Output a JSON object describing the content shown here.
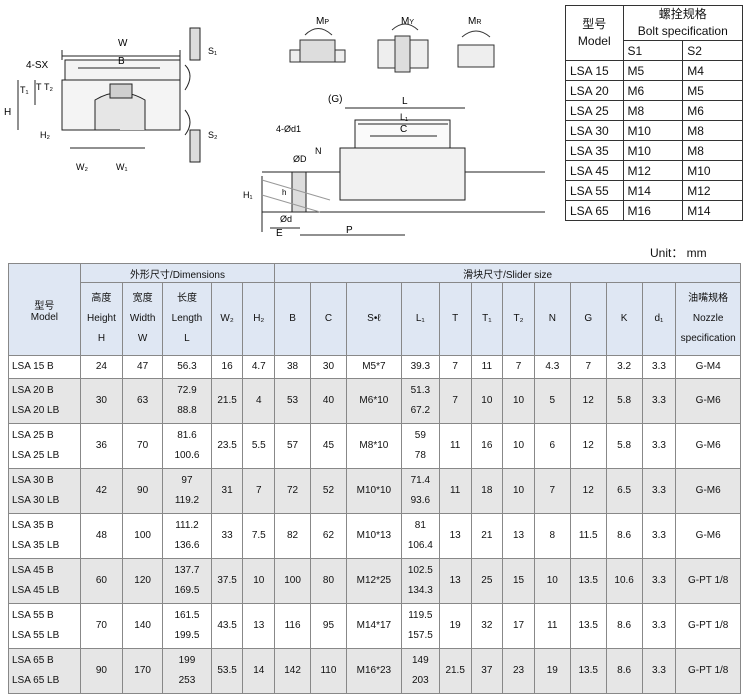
{
  "drawings": {
    "left_labels": [
      "W",
      "B",
      "4-SX",
      "T₁",
      "T",
      "T₂",
      "H",
      "H₂",
      "W₂",
      "W₁",
      "S₁",
      "S₂"
    ],
    "moment_labels": [
      "M",
      "P",
      "M",
      "Y",
      "M",
      "R"
    ],
    "right_labels": [
      "(G)",
      "L",
      "L₁",
      "C",
      "4-Ød1",
      "ØD",
      "N",
      "H₁",
      "Ød",
      "h",
      "E",
      "P"
    ]
  },
  "bolt_table": {
    "model_label_cn": "型号",
    "model_label_en": "Model",
    "spec_label_cn": "螺拴规格",
    "spec_label_en": "Bolt specification",
    "col_s1": "S1",
    "col_s2": "S2",
    "rows": [
      [
        "LSA 15",
        "M5",
        "M4"
      ],
      [
        "LSA 20",
        "M6",
        "M5"
      ],
      [
        "LSA 25",
        "M8",
        "M6"
      ],
      [
        "LSA 30",
        "M10",
        "M8"
      ],
      [
        "LSA 35",
        "M10",
        "M8"
      ],
      [
        "LSA 45",
        "M12",
        "M10"
      ],
      [
        "LSA 55",
        "M14",
        "M12"
      ],
      [
        "LSA 65",
        "M16",
        "M14"
      ]
    ]
  },
  "unit_label": "Unit： mm",
  "main_table": {
    "group_dimensions": "外形尺寸/Dimensions",
    "group_slider": "滑块尺寸/Slider size",
    "model_cn": "型号",
    "model_en": "Model",
    "height_cn": "高度",
    "height_en": "Height",
    "height_sym": "H",
    "width_cn": "宽度",
    "width_en": "Width",
    "width_sym": "W",
    "length_cn": "长度",
    "length_en": "Length",
    "length_sym": "L",
    "col_w2": "W₂",
    "col_h2": "H₂",
    "col_b": "B",
    "col_c": "C",
    "col_s": "S•ℓ",
    "col_l1": "L₁",
    "col_t": "T",
    "col_t1": "T₁",
    "col_t2": "T₂",
    "col_n": "N",
    "col_g": "G",
    "col_k": "K",
    "col_d1": "d₁",
    "nozzle_cn": "油嘴规格",
    "nozzle_en1": "Nozzle",
    "nozzle_en2": "specification",
    "rows": [
      {
        "model": [
          "LSA 15 B"
        ],
        "H": "24",
        "W": "47",
        "L": [
          "56.3"
        ],
        "W2": "16",
        "H2": "4.7",
        "B": "38",
        "C": "30",
        "S": "M5*7",
        "L1": [
          "39.3"
        ],
        "T": "7",
        "T1": "11",
        "T2": "7",
        "N": "4.3",
        "G": "7",
        "K": "3.2",
        "d1": "3.3",
        "nozzle": "G-M4"
      },
      {
        "model": [
          "LSA 20 B",
          "LSA 20 LB"
        ],
        "H": "30",
        "W": "63",
        "L": [
          "72.9",
          "88.8"
        ],
        "W2": "21.5",
        "H2": "4",
        "B": "53",
        "C": "40",
        "S": "M6*10",
        "L1": [
          "51.3",
          "67.2"
        ],
        "T": "7",
        "T1": "10",
        "T2": "10",
        "N": "5",
        "G": "12",
        "K": "5.8",
        "d1": "3.3",
        "nozzle": "G-M6"
      },
      {
        "model": [
          "LSA 25 B",
          "LSA 25 LB"
        ],
        "H": "36",
        "W": "70",
        "L": [
          "81.6",
          "100.6"
        ],
        "W2": "23.5",
        "H2": "5.5",
        "B": "57",
        "C": "45",
        "S": "M8*10",
        "L1": [
          "59",
          "78"
        ],
        "T": "11",
        "T1": "16",
        "T2": "10",
        "N": "6",
        "G": "12",
        "K": "5.8",
        "d1": "3.3",
        "nozzle": "G-M6"
      },
      {
        "model": [
          "LSA 30 B",
          "LSA 30 LB"
        ],
        "H": "42",
        "W": "90",
        "L": [
          "97",
          "119.2"
        ],
        "W2": "31",
        "H2": "7",
        "B": "72",
        "C": "52",
        "S": "M10*10",
        "L1": [
          "71.4",
          "93.6"
        ],
        "T": "11",
        "T1": "18",
        "T2": "10",
        "N": "7",
        "G": "12",
        "K": "6.5",
        "d1": "3.3",
        "nozzle": "G-M6"
      },
      {
        "model": [
          "LSA 35 B",
          "LSA 35 LB"
        ],
        "H": "48",
        "W": "100",
        "L": [
          "111.2",
          "136.6"
        ],
        "W2": "33",
        "H2": "7.5",
        "B": "82",
        "C": "62",
        "S": "M10*13",
        "L1": [
          "81",
          "106.4"
        ],
        "T": "13",
        "T1": "21",
        "T2": "13",
        "N": "8",
        "G": "11.5",
        "K": "8.6",
        "d1": "3.3",
        "nozzle": "G-M6"
      },
      {
        "model": [
          "LSA 45 B",
          "LSA 45 LB"
        ],
        "H": "60",
        "W": "120",
        "L": [
          "137.7",
          "169.5"
        ],
        "W2": "37.5",
        "H2": "10",
        "B": "100",
        "C": "80",
        "S": "M12*25",
        "L1": [
          "102.5",
          "134.3"
        ],
        "T": "13",
        "T1": "25",
        "T2": "15",
        "N": "10",
        "G": "13.5",
        "K": "10.6",
        "d1": "3.3",
        "nozzle": "G-PT 1/8"
      },
      {
        "model": [
          "LSA 55 B",
          "LSA 55 LB"
        ],
        "H": "70",
        "W": "140",
        "L": [
          "161.5",
          "199.5"
        ],
        "W2": "43.5",
        "H2": "13",
        "B": "116",
        "C": "95",
        "S": "M14*17",
        "L1": [
          "119.5",
          "157.5"
        ],
        "T": "19",
        "T1": "32",
        "T2": "17",
        "N": "11",
        "G": "13.5",
        "K": "8.6",
        "d1": "3.3",
        "nozzle": "G-PT 1/8"
      },
      {
        "model": [
          "LSA 65 B",
          "LSA 65 LB"
        ],
        "H": "90",
        "W": "170",
        "L": [
          "199",
          "253"
        ],
        "W2": "53.5",
        "H2": "14",
        "B": "142",
        "C": "110",
        "S": "M16*23",
        "L1": [
          "149",
          "203"
        ],
        "T": "21.5",
        "T1": "37",
        "T2": "23",
        "N": "19",
        "G": "13.5",
        "K": "8.6",
        "d1": "3.3",
        "nozzle": "G-PT 1/8"
      }
    ]
  }
}
